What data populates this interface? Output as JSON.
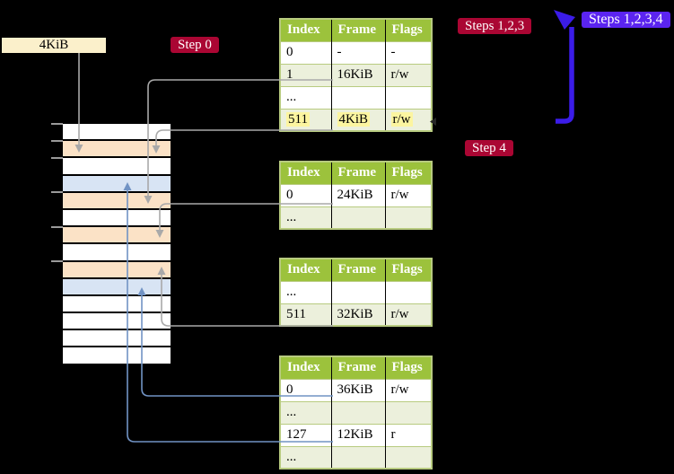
{
  "labels": {
    "frame_size": "4KiB",
    "step0": "Step 0",
    "steps123": "Steps 1,2,3",
    "steps1234": "Steps 1,2,3,4",
    "step4": "Step 4"
  },
  "colors": {
    "white": "#ffffff",
    "orange": "#fbe2c6",
    "blue": "#d8e4f4",
    "header_green": "#9cc23c",
    "table_border": "#b8cb80",
    "row_tint": "#ecf0dc",
    "highlight_yellow": "#fcf5a0",
    "label_red": "#aa0633",
    "label_violet": "#5b24f0",
    "cream": "#fbf0cb",
    "arrow_gray": "#a9a9a9",
    "arrow_steelblue": "#7193c4",
    "arrow_thick_blue": "#3b1ce8",
    "dark_mark": "#262626"
  },
  "memory_stack": {
    "rows": [
      "white",
      "orange",
      "white",
      "blue",
      "orange",
      "white",
      "orange",
      "white",
      "orange",
      "blue",
      "white",
      "white",
      "white",
      "white"
    ]
  },
  "tables": [
    {
      "headers": [
        "Index",
        "Frame",
        "Flags"
      ],
      "rows": [
        {
          "cells": [
            "0",
            "-",
            "-"
          ],
          "tint": false,
          "highlight": false
        },
        {
          "cells": [
            "1",
            "16KiB",
            "r/w"
          ],
          "tint": true,
          "highlight": false
        },
        {
          "cells": [
            "...",
            "",
            ""
          ],
          "tint": false,
          "highlight": false
        },
        {
          "cells": [
            "511",
            "4KiB",
            "r/w"
          ],
          "tint": true,
          "highlight": true
        }
      ]
    },
    {
      "headers": [
        "Index",
        "Frame",
        "Flags"
      ],
      "rows": [
        {
          "cells": [
            "0",
            "24KiB",
            "r/w"
          ],
          "tint": false,
          "highlight": false
        },
        {
          "cells": [
            "...",
            "",
            ""
          ],
          "tint": true,
          "highlight": false
        }
      ]
    },
    {
      "headers": [
        "Index",
        "Frame",
        "Flags"
      ],
      "rows": [
        {
          "cells": [
            "...",
            "",
            ""
          ],
          "tint": false,
          "highlight": false
        },
        {
          "cells": [
            "511",
            "32KiB",
            "r/w"
          ],
          "tint": true,
          "highlight": false
        }
      ]
    },
    {
      "headers": [
        "Index",
        "Frame",
        "Flags"
      ],
      "rows": [
        {
          "cells": [
            "0",
            "36KiB",
            "r/w"
          ],
          "tint": false,
          "highlight": false
        },
        {
          "cells": [
            "...",
            "",
            ""
          ],
          "tint": true,
          "highlight": false
        },
        {
          "cells": [
            "127",
            "12KiB",
            "r"
          ],
          "tint": false,
          "highlight": false
        },
        {
          "cells": [
            "...",
            "",
            ""
          ],
          "tint": true,
          "highlight": false
        }
      ]
    }
  ]
}
